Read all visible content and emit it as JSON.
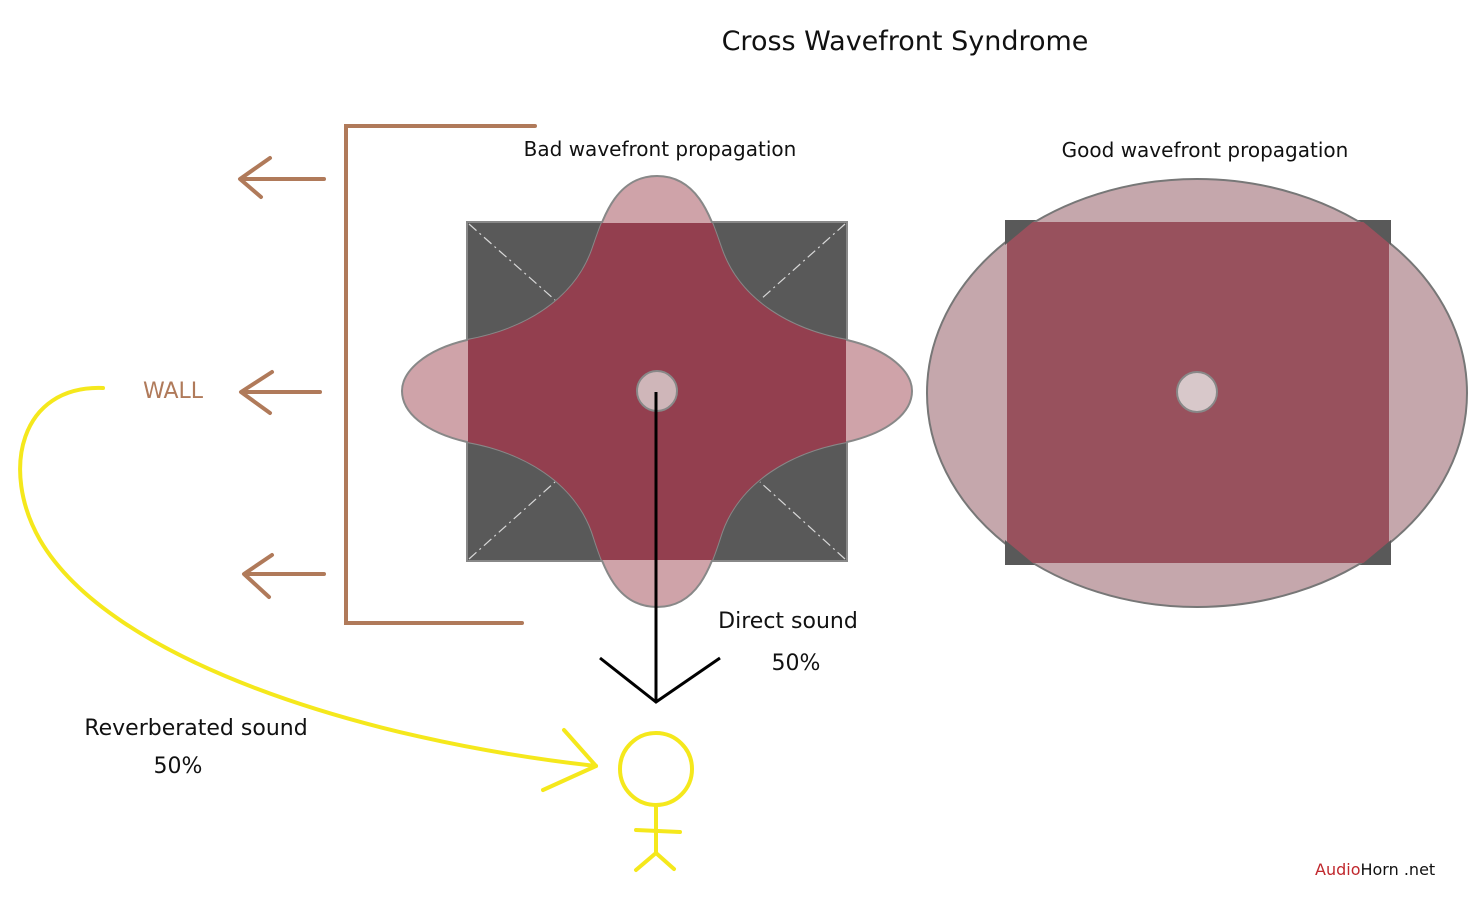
{
  "title": "Cross Wavefront Syndrome",
  "bad_label": "Bad wavefront propagation",
  "good_label": "Good wavefront propagation",
  "wall_label": "WALL",
  "direct": {
    "label": "Direct sound",
    "percent": "50%"
  },
  "reverb": {
    "label": "Reverberated sound",
    "percent": "50%"
  },
  "brand": {
    "part1": "Audio",
    "part2": "Horn",
    "part3": " .net"
  },
  "colors": {
    "horn_body": "#595959",
    "wave_inner": "#933f4f",
    "wave_outer": "#cfa3a9",
    "wall": "#b07a5a",
    "person": "#f5e81c",
    "brand_red": "#c0282d"
  }
}
